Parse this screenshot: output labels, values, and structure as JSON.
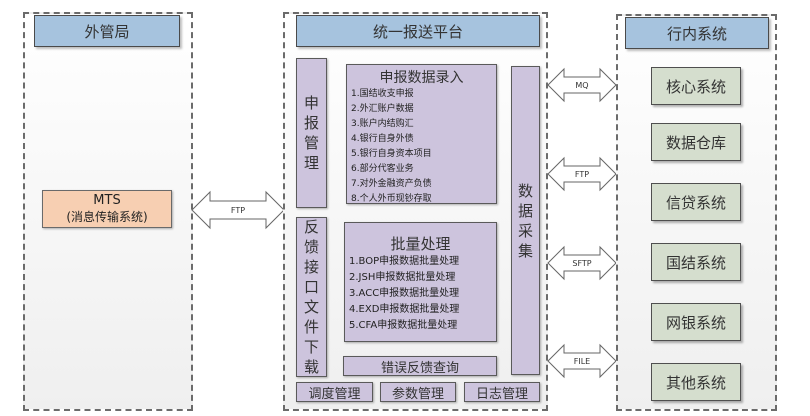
{
  "left_panel": {
    "title": "外管局",
    "mts": {
      "name": "MTS",
      "subtitle": "(消息传输系统)"
    }
  },
  "left_link": {
    "label": "FTP"
  },
  "center_panel": {
    "title": "统一报送平台",
    "declaration_mgmt": {
      "chars": [
        "申",
        "报",
        "管",
        "理"
      ]
    },
    "data_entry": {
      "title": "申报数据录入",
      "items": [
        "1.国结收支申报",
        "2.外汇账户数据",
        "3.账户内结购汇",
        "4.银行自身外债",
        "5.银行自身资本项目",
        "6.部分代客业务",
        "7.对外金融资产负债",
        "8.个人外币现钞存取"
      ]
    },
    "feedback_download": {
      "chars": [
        "反",
        "馈",
        "接",
        "口",
        "文",
        "件",
        "下",
        "载"
      ]
    },
    "batch": {
      "title": "批量处理",
      "items": [
        "1.BOP申报数据批量处理",
        "2.JSH申报数据批量处理",
        "3.ACC申报数据批量处理",
        "4.EXD申报数据批量处理",
        "5.CFA申报数据批量处理"
      ]
    },
    "error_query": "错误反馈查询",
    "data_collection": {
      "chars": [
        "数",
        "据",
        "采",
        "集"
      ]
    },
    "bottom": [
      "调度管理",
      "参数管理",
      "日志管理"
    ]
  },
  "right_links": [
    {
      "label": "MQ"
    },
    {
      "label": "FTP"
    },
    {
      "label": "SFTP"
    },
    {
      "label": "FILE"
    }
  ],
  "right_panel": {
    "title": "行内系统",
    "systems": [
      "核心系统",
      "数据仓库",
      "信贷系统",
      "国结系统",
      "网银系统",
      "其他系统"
    ]
  },
  "colors": {
    "header_blue": "#a6c3de",
    "module_purple": "#cdc4dd",
    "system_green": "#d5dece",
    "mts_orange": "#f7cfb2"
  }
}
